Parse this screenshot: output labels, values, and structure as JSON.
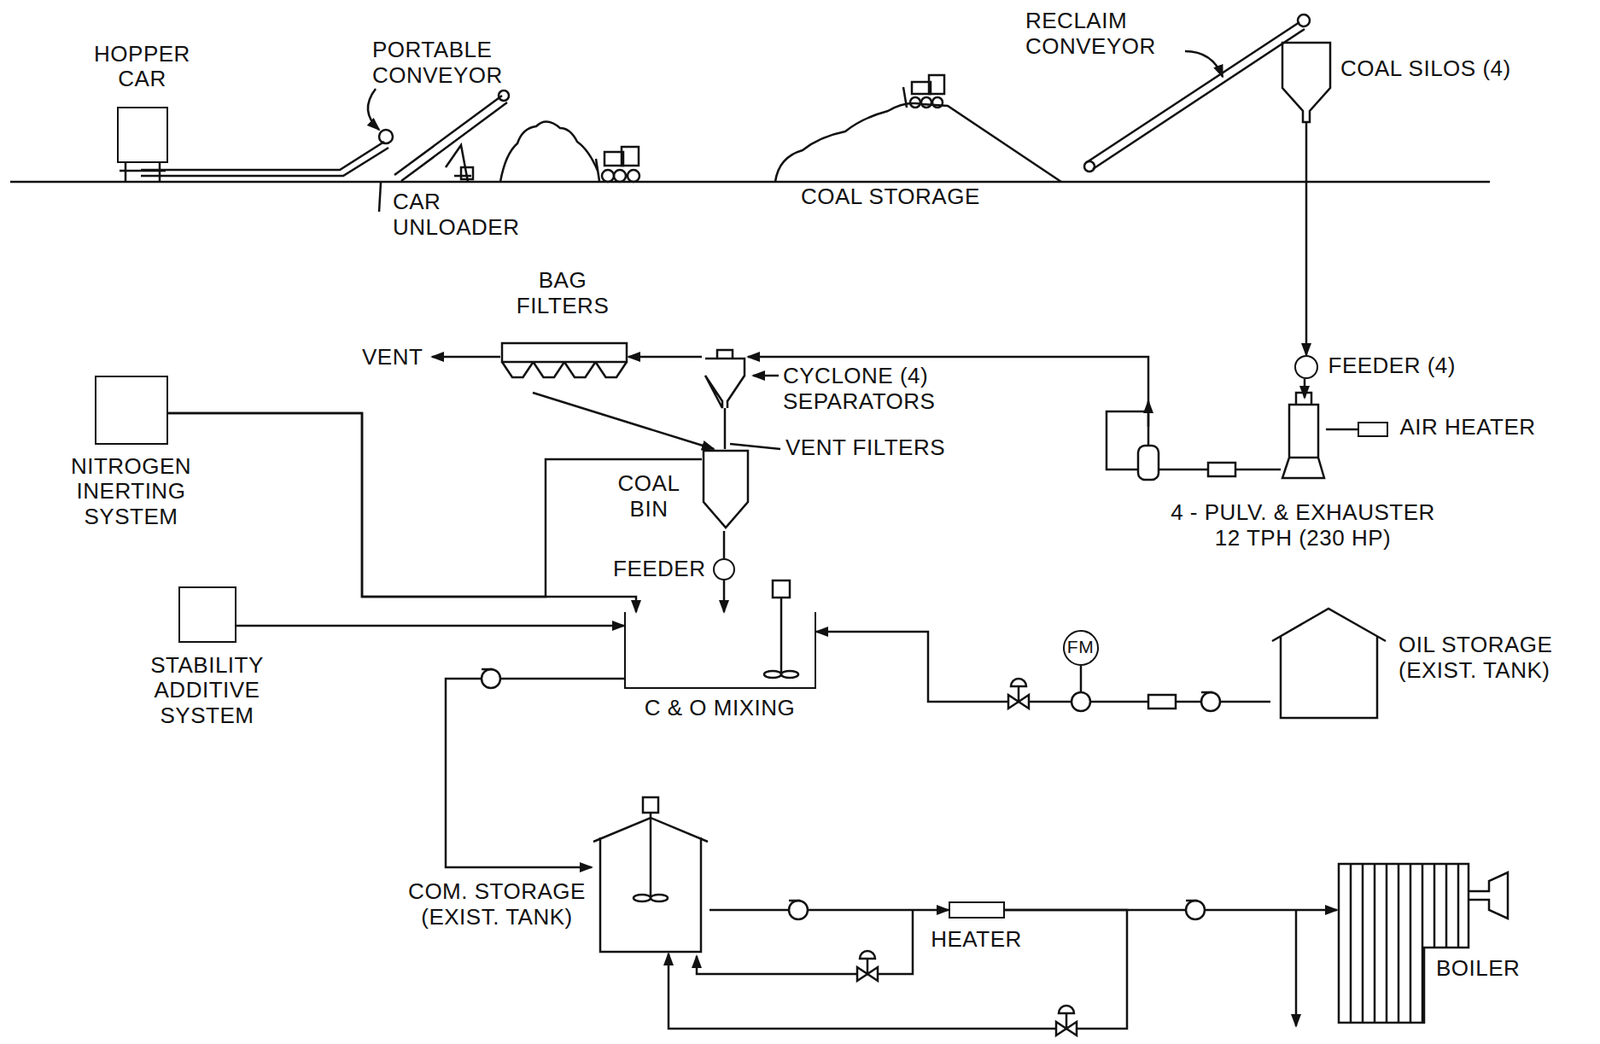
{
  "diagram": {
    "nodes": [
      {
        "text": [
          "HOPPER CAR"
        ]
      },
      {
        "text": [
          "COAL SILOS (4)"
        ]
      },
      {
        "text": [
          "FEEDER (4)"
        ]
      },
      {
        "text": [
          "BAG FILTERS"
        ]
      },
      {
        "text": [
          "CYCLONE (4) SEPARATORS"
        ]
      },
      {
        "text": [
          "AIR HEATER"
        ]
      },
      {
        "text": [
          "4 - PULV. & EXHAUSTER 12 TPH (230 HP)"
        ]
      },
      {
        "text": [
          "NITROGEN INERTING SYSTEM"
        ]
      },
      {
        "text": [
          "COAL BIN"
        ]
      },
      {
        "text": [
          "FEEDER"
        ]
      },
      {
        "text": [
          "STABILITY ADDITIVE SYSTEM"
        ]
      },
      {
        "text": [
          "FM"
        ]
      },
      {
        "text": [
          "OIL STORAGE (EXIST. TANK)"
        ]
      },
      {
        "text": [
          "C & O MIXING"
        ]
      },
      {
        "text": [
          "COM. STORAGE (EXIST. TANK)"
        ]
      },
      {
        "text": [
          "HEATER"
        ]
      },
      {
        "text": [
          "BOILER"
        ]
      }
    ],
    "edges": [
      {
        "from": 1,
        "to": 2,
        "arrow": "to"
      },
      {
        "from": 2,
        "to": 6,
        "arrow": "to"
      },
      {
        "from": 5,
        "to": 6,
        "arrow": "none"
      },
      {
        "from": 6,
        "to": 4,
        "arrow": "to"
      },
      {
        "from": 4,
        "to": 3,
        "arrow": "to"
      },
      {
        "from": 3,
        "to": 8,
        "arrow": "to"
      },
      {
        "from": 4,
        "to": 8,
        "arrow": "none"
      },
      {
        "from": 7,
        "to": 13,
        "arrow": "to"
      },
      {
        "from": 7,
        "to": 8,
        "arrow": "none"
      },
      {
        "from": 8,
        "to": 9,
        "arrow": "none"
      },
      {
        "from": 9,
        "to": 13,
        "arrow": "to"
      },
      {
        "from": 10,
        "to": 13,
        "arrow": "to"
      },
      {
        "from": 12,
        "to": 13,
        "arrow": "to"
      },
      {
        "from": 13,
        "to": 14,
        "arrow": "to"
      },
      {
        "from": 14,
        "to": 15,
        "arrow": "to"
      },
      {
        "from": 15,
        "to": 16,
        "arrow": "to"
      },
      {
        "from": 15,
        "to": 14,
        "arrow": "to"
      }
    ],
    "labels": [
      "PORTABLE CONVEYOR",
      "CAR UNLOADER",
      "COAL STORAGE",
      "RECLAIM CONVEYOR",
      "VENT",
      "VENT FILTERS"
    ]
  }
}
